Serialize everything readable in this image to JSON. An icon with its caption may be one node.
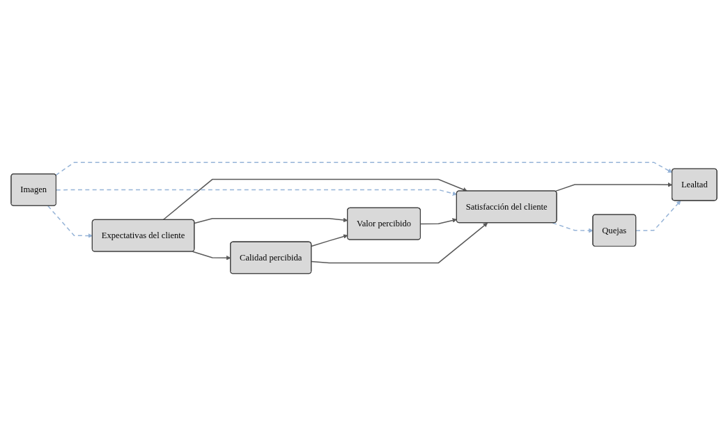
{
  "diagram": {
    "nodes": [
      {
        "text": [
          "Expectativas del cliente"
        ]
      },
      {
        "text": [
          "Imagen"
        ]
      },
      {
        "text": [
          "Lealtad"
        ]
      },
      {
        "text": [
          "Valor percibido"
        ]
      },
      {
        "text": [
          "Satisfacción del cliente"
        ]
      },
      {
        "text": [
          "Calidad percibida"
        ]
      },
      {
        "text": [
          "Quejas"
        ]
      }
    ],
    "edges": [
      {
        "from": 1,
        "to": 0,
        "arrow": "to",
        "style": "dashed",
        "color": "#95b3d7"
      },
      {
        "from": 1,
        "to": 2,
        "arrow": "to",
        "style": "dashed",
        "color": "#95b3d7"
      },
      {
        "from": 0,
        "to": 3,
        "arrow": "to"
      },
      {
        "from": 0,
        "to": 4,
        "arrow": "to"
      },
      {
        "from": 1,
        "to": 4,
        "arrow": "to",
        "style": "dashed",
        "color": "#95b3d7"
      },
      {
        "from": 0,
        "to": 5,
        "arrow": "to"
      },
      {
        "from": 3,
        "to": 4,
        "arrow": "to"
      },
      {
        "from": 4,
        "to": 2,
        "arrow": "to"
      },
      {
        "from": 5,
        "to": 3,
        "arrow": "to"
      },
      {
        "from": 5,
        "to": 4,
        "arrow": "to"
      },
      {
        "from": 4,
        "to": 6,
        "arrow": "to",
        "style": "dashed",
        "color": "#95b3d7"
      },
      {
        "from": 6,
        "to": 2,
        "arrow": "to",
        "style": "dashed",
        "color": "#95b3d7"
      }
    ]
  }
}
